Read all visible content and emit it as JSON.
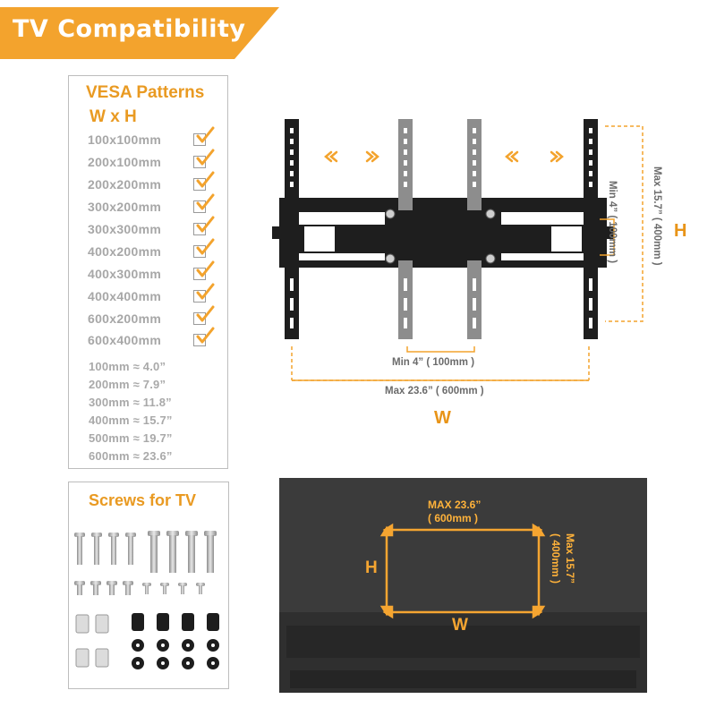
{
  "banner": {
    "title": "TV  Compatibility"
  },
  "vesa": {
    "title": "VESA Patterns",
    "subtitle": "W x H",
    "patterns": [
      "100x100mm",
      "200x100mm",
      "200x200mm",
      "300x200mm",
      "300x300mm",
      "400x200mm",
      "400x300mm",
      "400x400mm",
      "600x200mm",
      "600x400mm"
    ],
    "conversions": [
      "100mm ≈   4.0”",
      "200mm ≈   7.9”",
      "300mm ≈ 11.8”",
      "400mm ≈ 15.7”",
      "500mm ≈ 19.7”",
      "600mm ≈ 23.6”"
    ]
  },
  "screws": {
    "title": "Screws for TV"
  },
  "bracket_diagram": {
    "min_w": "Min  4”  ( 100mm )",
    "max_w": "Max  23.6”  ( 600mm )",
    "w_letter": "W",
    "min_h": "Min  4”  ( 100mm )",
    "max_h": "Max  15.7”  ( 400mm )",
    "h_letter": "H"
  },
  "tv_diagram": {
    "max_w_line1": "MAX  23.6”",
    "max_w_line2": "( 600mm )",
    "max_h_line1": "Max  15.7”",
    "max_h_line2": "( 400mm )",
    "h_letter": "H",
    "w_letter": "W"
  },
  "colors": {
    "accent": "#f3a32d",
    "label_orange": "#e99a22",
    "gray_text": "#a7a7a7",
    "bracket": "#1e1e1e",
    "arm_gray": "#8d8d8d",
    "tv_back": "#3b3b3b"
  }
}
